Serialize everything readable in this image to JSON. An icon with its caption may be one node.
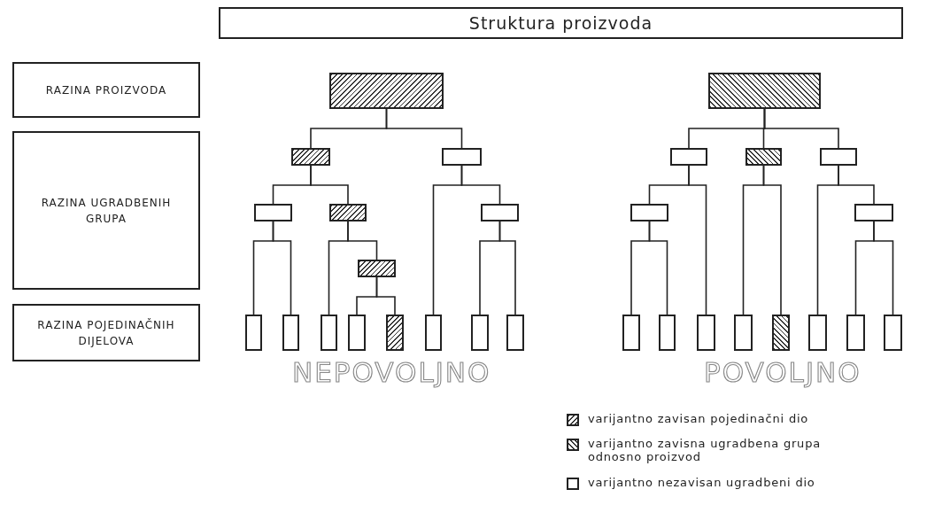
{
  "diagram": {
    "nodes": [
      {
        "text": [
          "Struktura proizvoda"
        ]
      },
      {
        "text": [
          "RAZINA PROIZVODA"
        ]
      },
      {
        "text": [
          "RAZINA UGRADBENIH GRUPA"
        ]
      },
      {
        "text": [
          "RAZINA POJEDINAČNIH DIJELOVA"
        ]
      },
      {
        "text": [],
        "shape": "box"
      },
      {
        "text": [],
        "shape": "box"
      },
      {
        "text": [],
        "shape": "box"
      },
      {
        "text": [],
        "shape": "box"
      },
      {
        "text": [],
        "shape": "box"
      },
      {
        "text": [],
        "shape": "box"
      },
      {
        "text": [],
        "shape": "box"
      },
      {
        "text": [],
        "shape": "box"
      },
      {
        "text": [],
        "shape": "box"
      },
      {
        "text": [],
        "shape": "box"
      },
      {
        "text": [],
        "shape": "box"
      },
      {
        "text": [],
        "shape": "box"
      },
      {
        "text": [],
        "shape": "box"
      },
      {
        "text": [],
        "shape": "box"
      },
      {
        "text": [],
        "shape": "box"
      },
      {
        "text": [],
        "shape": "box"
      },
      {
        "text": [],
        "shape": "box"
      },
      {
        "text": [],
        "shape": "box"
      },
      {
        "text": [],
        "shape": "box"
      },
      {
        "text": [],
        "shape": "box"
      },
      {
        "text": [],
        "shape": "box"
      },
      {
        "text": [],
        "shape": "box"
      },
      {
        "text": [],
        "shape": "box"
      },
      {
        "text": [],
        "shape": "box"
      },
      {
        "text": [],
        "shape": "box"
      },
      {
        "text": [],
        "shape": "box"
      },
      {
        "text": [],
        "shape": "box"
      },
      {
        "text": [],
        "shape": "box"
      },
      {
        "text": [],
        "shape": "box"
      }
    ],
    "edges": [
      {
        "from": 4,
        "to": 5,
        "arrow": "none"
      },
      {
        "from": 4,
        "to": 6,
        "arrow": "none"
      },
      {
        "from": 5,
        "to": 7,
        "arrow": "none"
      },
      {
        "from": 5,
        "to": 8,
        "arrow": "none"
      },
      {
        "from": 7,
        "to": 11,
        "arrow": "none"
      },
      {
        "from": 7,
        "to": 12,
        "arrow": "none"
      },
      {
        "from": 8,
        "to": 13,
        "arrow": "none"
      },
      {
        "from": 8,
        "to": 10,
        "arrow": "none"
      },
      {
        "from": 10,
        "to": 14,
        "arrow": "none"
      },
      {
        "from": 10,
        "to": 15,
        "arrow": "none"
      },
      {
        "from": 6,
        "to": 16,
        "arrow": "none"
      },
      {
        "from": 6,
        "to": 9,
        "arrow": "none"
      },
      {
        "from": 9,
        "to": 17,
        "arrow": "none"
      },
      {
        "from": 9,
        "to": 18,
        "arrow": "none"
      },
      {
        "from": 19,
        "to": 20,
        "arrow": "none"
      },
      {
        "from": 19,
        "to": 21,
        "arrow": "none"
      },
      {
        "from": 19,
        "to": 22,
        "arrow": "none"
      },
      {
        "from": 20,
        "to": 23,
        "arrow": "none"
      },
      {
        "from": 20,
        "to": 27,
        "arrow": "none"
      },
      {
        "from": 23,
        "to": 25,
        "arrow": "none"
      },
      {
        "from": 23,
        "to": 26,
        "arrow": "none"
      },
      {
        "from": 21,
        "to": 28,
        "arrow": "none"
      },
      {
        "from": 21,
        "to": 29,
        "arrow": "none"
      },
      {
        "from": 22,
        "to": 30,
        "arrow": "none"
      },
      {
        "from": 22,
        "to": 24,
        "arrow": "none"
      },
      {
        "from": 24,
        "to": 31,
        "arrow": "none"
      },
      {
        "from": 24,
        "to": 32,
        "arrow": "none"
      }
    ],
    "labels": [
      "NEPOVOLJNO",
      "POVOLJNO"
    ],
    "legend": [
      {
        "text": "varijantno zavisan pojedinačni dio"
      },
      {
        "text": "varijantno zavisna ugradbena grupa odnosno proizvod"
      },
      {
        "text": "varijantno nezavisan ugradbeni dio"
      }
    ]
  }
}
